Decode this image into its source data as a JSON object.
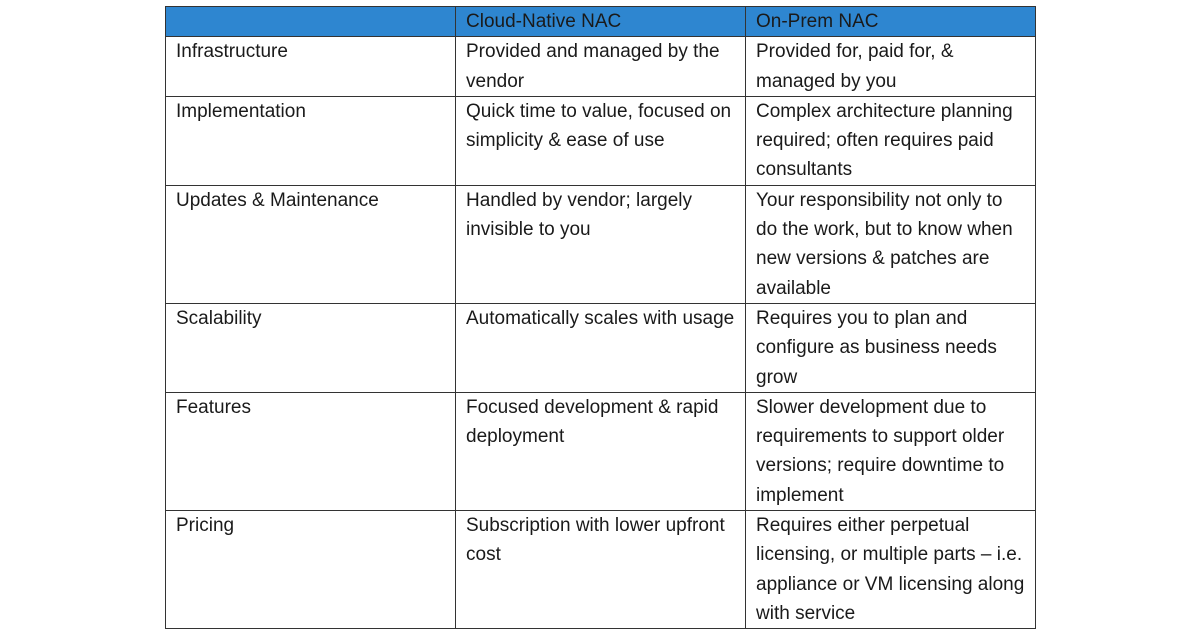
{
  "table": {
    "header": [
      "",
      "Cloud-Native NAC",
      "On-Prem NAC"
    ],
    "rows": [
      {
        "label": "Infrastructure",
        "cloud": "Provided and managed by the vendor",
        "onprem": "Provided for, paid for, & managed by you"
      },
      {
        "label": "Implementation",
        "cloud": "Quick time to value, focused on simplicity & ease of use",
        "onprem": "Complex architecture planning required; often requires paid consultants"
      },
      {
        "label": "Updates & Maintenance",
        "cloud": "Handled by vendor; largely invisible to you",
        "onprem": "Your responsibility not only to do the work, but to know when new versions & patches are available"
      },
      {
        "label": "Scalability",
        "cloud": "Automatically scales with usage",
        "onprem": "Requires you to plan and configure as business needs grow"
      },
      {
        "label": "Features",
        "cloud": "Focused development & rapid deployment",
        "onprem": "Slower development due to requirements to support older versions; require downtime to implement"
      },
      {
        "label": "Pricing",
        "cloud": "Subscription with lower upfront cost",
        "onprem": "Requires either perpetual licensing, or multiple parts – i.e. appliance or VM licensing along with service"
      }
    ]
  },
  "colors": {
    "header_bg": "#2e86d0",
    "border": "#333333",
    "text": "#1a1a1a"
  }
}
